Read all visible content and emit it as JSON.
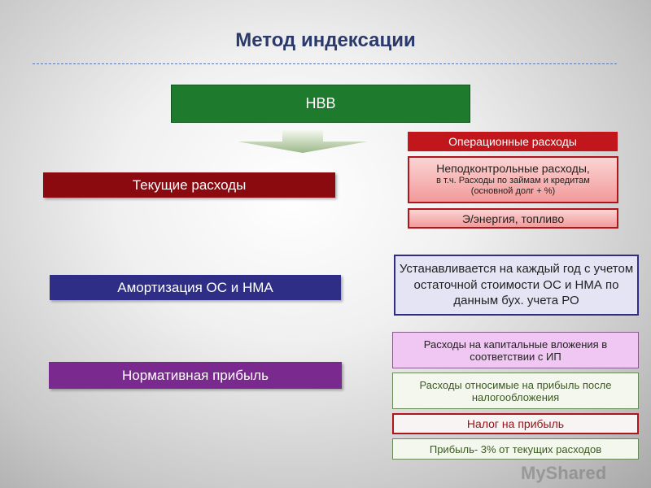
{
  "title": "Метод индексации",
  "nvv": "НВВ",
  "left": {
    "current": "Текущие расходы",
    "amortization": "Амортизация ОС и НМА",
    "profit": "Нормативная прибыль"
  },
  "right": {
    "operational": "Операционные расходы",
    "noncontrol_title": "Неподконтрольные расходы,",
    "noncontrol_sub1": "в т.ч. Расходы по займам и кредитам",
    "noncontrol_sub2": "(основной долг + %)",
    "energy": "Э/энергия, топливо",
    "amort_desc": "Устанавливается на каждый год с учетом остаточной стоимости ОС и НМА по данным бух. учета РО",
    "capital": "Расходы на капитальные вложения в соответствии с ИП",
    "after_tax": "Расходы относимые на прибыль после налогообложения",
    "tax": "Налог на прибыль",
    "profit3": "Прибыль- 3% от текущих расходов"
  },
  "watermark": "MyShared"
}
